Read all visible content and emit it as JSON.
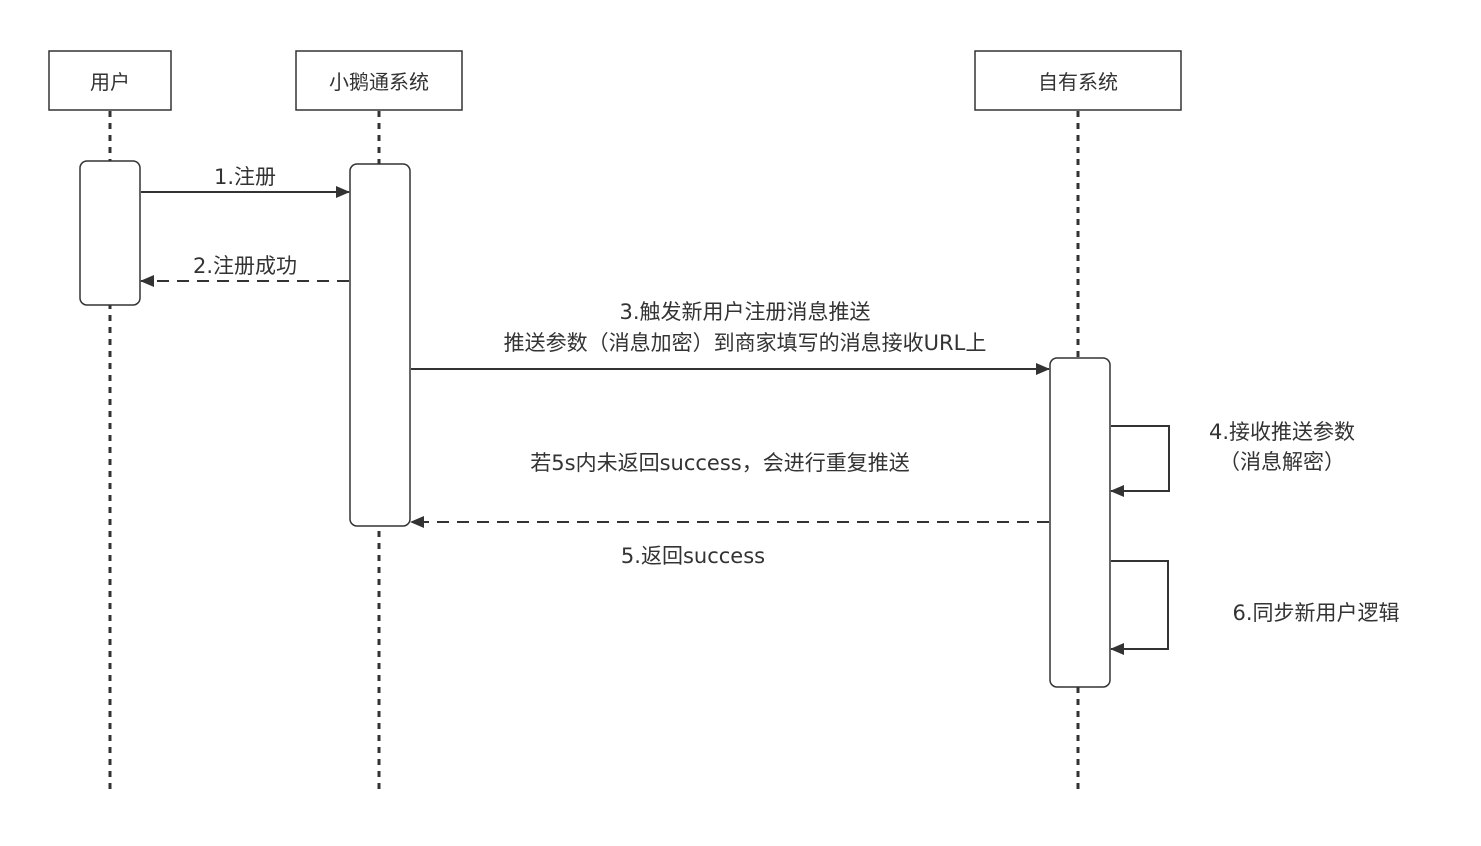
{
  "diagram": {
    "type": "sequence",
    "participants": [
      {
        "id": "user",
        "label": "用户"
      },
      {
        "id": "xiaoe",
        "label": "小鹅通系统"
      },
      {
        "id": "own",
        "label": "自有系统"
      }
    ],
    "messages": [
      {
        "step": 1,
        "from": "user",
        "to": "xiaoe",
        "style": "solid",
        "label": "1.注册"
      },
      {
        "step": 2,
        "from": "xiaoe",
        "to": "user",
        "style": "dashed",
        "label": "2.注册成功"
      },
      {
        "step": 3,
        "from": "xiaoe",
        "to": "own",
        "style": "solid",
        "label_line1": "3.触发新用户注册消息推送",
        "label_line2": "推送参数（消息加密）到商家填写的消息接收URL上"
      },
      {
        "step": 4,
        "from": "own",
        "to": "own",
        "style": "self",
        "label_line1": "4.接收推送参数",
        "label_line2": "（消息解密）"
      },
      {
        "step": 5,
        "from": "own",
        "to": "xiaoe",
        "style": "dashed",
        "label": "5.返回success",
        "note": "若5s内未返回success，会进行重复推送"
      },
      {
        "step": 6,
        "from": "own",
        "to": "own",
        "style": "self",
        "label": "6.同步新用户逻辑"
      }
    ]
  },
  "colors": {
    "stroke": "#333333",
    "text": "#333333",
    "background": "#ffffff"
  }
}
